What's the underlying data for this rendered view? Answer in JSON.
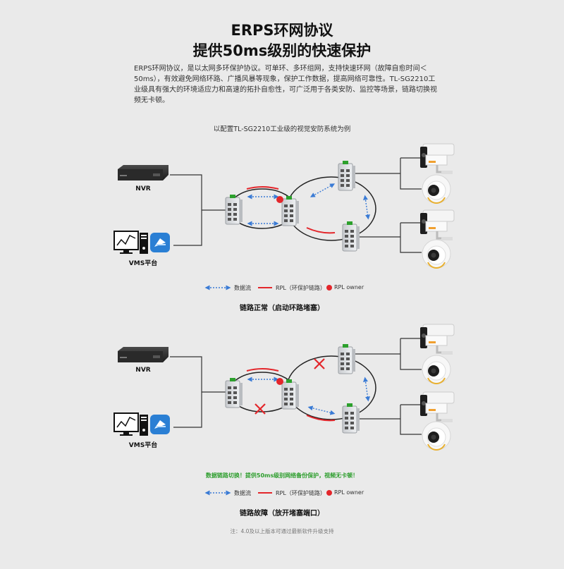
{
  "header": {
    "title_line1": "ERPS环网协议",
    "title_line2": "提供50ms级别的快速保护",
    "description": "ERPS环网协议，是以太网多环保护协议。可单环、多环组网，支持快速环网（故障自愈时间＜50ms），有效避免网络环路、广播风暴等现象，保护工作数据，提高网络可靠性。TL-SG2210工业级具有强大的环境适应力和高速的拓扑自愈性，可广泛用于各类安防、监控等场景，链路切换视频无卡顿。",
    "example_caption": "以配置TL-SG2210工业级的视觉安防系统为例"
  },
  "devices": {
    "nvr_label": "NVR",
    "vms_label": "VMS平台"
  },
  "legend": {
    "data_flow": "数据流",
    "rpl": "RPL（环保护链路）",
    "rpl_owner": "RPL owner"
  },
  "scenario_normal": {
    "title": "链路正常（启动环路堵塞）"
  },
  "scenario_fault": {
    "title": "链路故障（放开堵塞端口）",
    "success_message": "数据链路切换！提供50ms级别网络备份保护，视频无卡顿！"
  },
  "footnote": "注：4.0及以上版本可通过最新软件升级支持",
  "colors": {
    "data_flow": "#3a7bd5",
    "rpl": "#e3262b",
    "rpl_owner": "#e3262b",
    "success": "#2e9e2e"
  },
  "icons": [
    "nvr-icon",
    "vms-monitor-icon",
    "vms-tower-icon",
    "vms-app-icon",
    "switch-icon",
    "bullet-camera-icon",
    "dome-camera-icon",
    "broken-link-icon"
  ]
}
